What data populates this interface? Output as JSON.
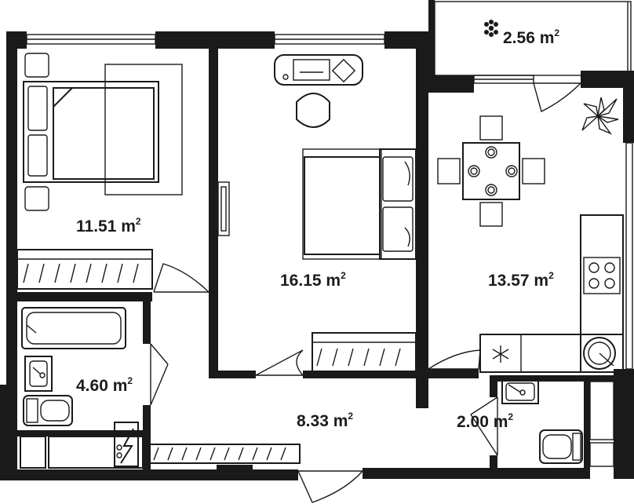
{
  "rooms": {
    "balcony": {
      "area": "2.56 m",
      "unit_sup": "2"
    },
    "bedroom": {
      "area": "11.51 m",
      "unit_sup": "2"
    },
    "living": {
      "area": "16.15 m",
      "unit_sup": "2"
    },
    "kitchen": {
      "area": "13.57 m",
      "unit_sup": "2"
    },
    "bathroom": {
      "area": "4.60 m",
      "unit_sup": "2"
    },
    "hallway": {
      "area": "8.33 m",
      "unit_sup": "2"
    },
    "wc": {
      "area": "2.00 m",
      "unit_sup": "2"
    }
  },
  "colors": {
    "wall": "#1a1a1a",
    "background": "#ffffff"
  }
}
